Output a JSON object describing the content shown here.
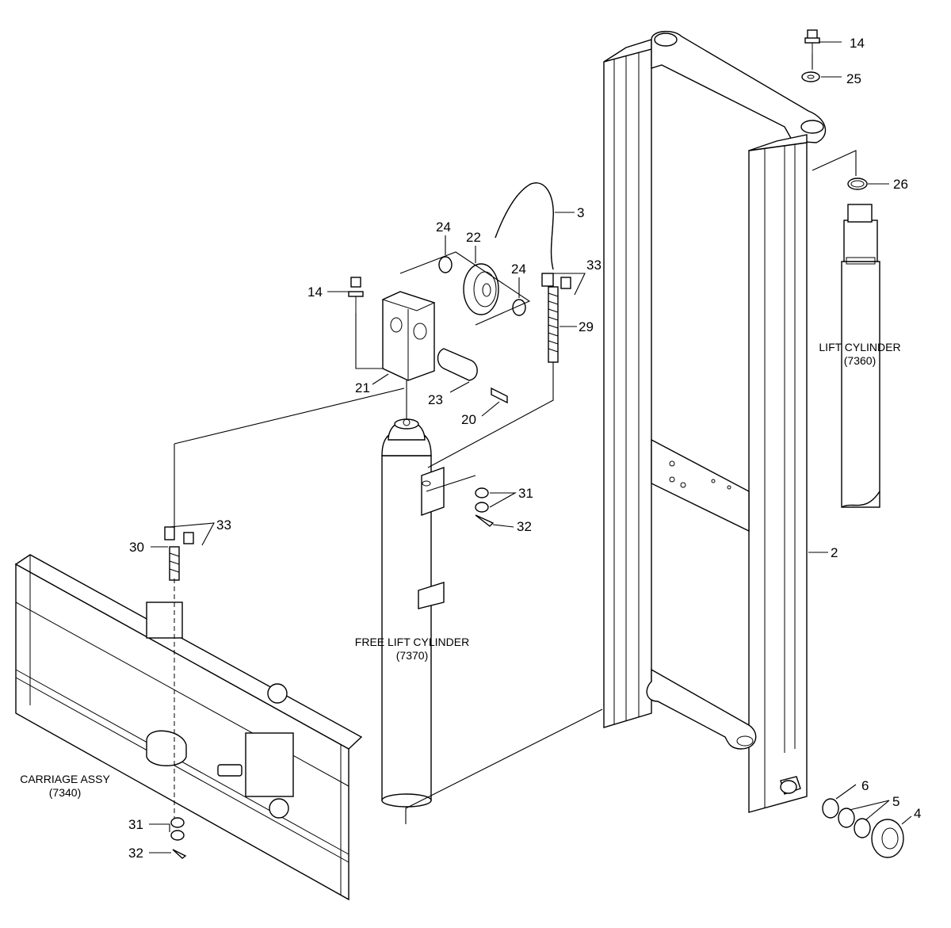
{
  "part_numbers": {
    "p14_top": "14",
    "p25": "25",
    "p26": "26",
    "p3": "3",
    "p24_left": "24",
    "p22": "22",
    "p24_right": "24",
    "p33_top": "33",
    "p14_left": "14",
    "p29": "29",
    "p21": "21",
    "p23": "23",
    "p20": "20",
    "p31_mid": "31",
    "p32_mid": "32",
    "p33_left": "33",
    "p30": "30",
    "p2": "2",
    "p6": "6",
    "p5": "5",
    "p4": "4",
    "p31_bottom": "31",
    "p32_bottom": "32"
  },
  "assemblies": {
    "lift_cylinder": {
      "name": "LIFT CYLINDER",
      "code": "(7360)"
    },
    "free_lift_cylinder": {
      "name": "FREE LIFT CYLINDER",
      "code": "(7370)"
    },
    "carriage_assy": {
      "name": "CARRIAGE ASSY",
      "code": "(7340)"
    }
  }
}
